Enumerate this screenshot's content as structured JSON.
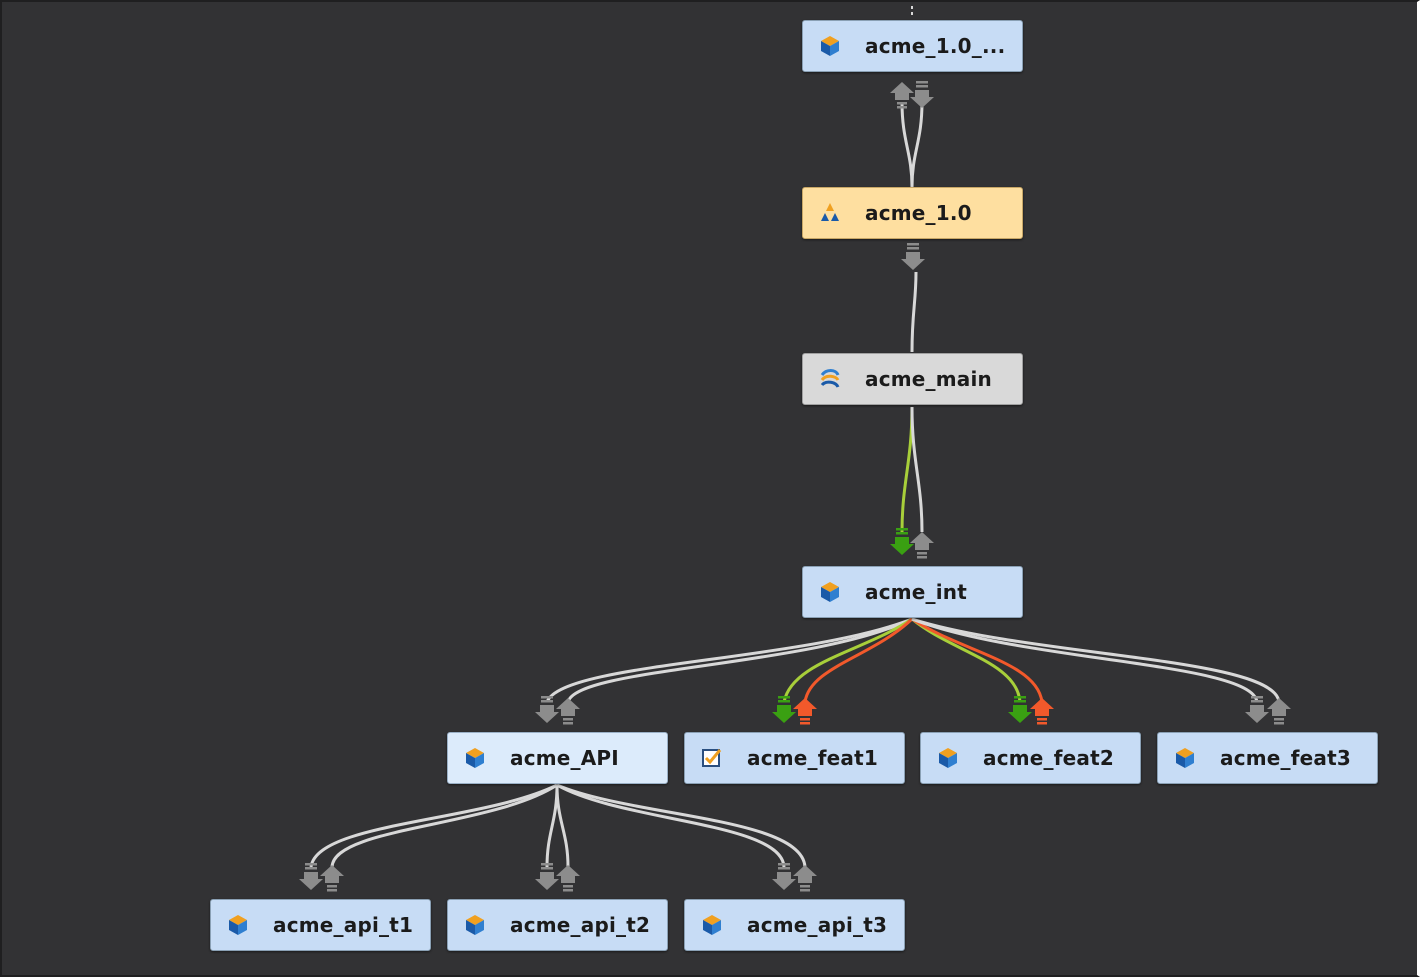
{
  "nodes": {
    "stream_1_0_child": {
      "label": "acme_1.0_...",
      "icon": "stream-cube-icon"
    },
    "acme_1_0": {
      "label": "acme_1.0",
      "icon": "release-triangle-icon"
    },
    "acme_main": {
      "label": "acme_main",
      "icon": "mainline-swirl-icon"
    },
    "acme_int": {
      "label": "acme_int",
      "icon": "stream-cube-icon"
    },
    "acme_api": {
      "label": "acme_API",
      "icon": "stream-cube-icon"
    },
    "acme_feat1": {
      "label": "acme_feat1",
      "icon": "task-checkbox-icon"
    },
    "acme_feat2": {
      "label": "acme_feat2",
      "icon": "stream-cube-icon"
    },
    "acme_feat3": {
      "label": "acme_feat3",
      "icon": "stream-cube-icon"
    },
    "acme_api_t1": {
      "label": "acme_api_t1",
      "icon": "stream-cube-icon"
    },
    "acme_api_t2": {
      "label": "acme_api_t2",
      "icon": "stream-cube-icon"
    },
    "acme_api_t3": {
      "label": "acme_api_t3",
      "icon": "stream-cube-icon"
    }
  },
  "edges": [
    {
      "from": "acme_1_0",
      "to": "stream_1_0_child",
      "status": "both-idle"
    },
    {
      "from": "acme_main",
      "to": "acme_1_0",
      "status": "down-idle"
    },
    {
      "from": "acme_main",
      "to": "acme_int",
      "status": "merge-down-available"
    },
    {
      "from": "acme_int",
      "to": "acme_api",
      "status": "both-idle"
    },
    {
      "from": "acme_int",
      "to": "acme_feat1",
      "status": "merge-down-copy-up-available"
    },
    {
      "from": "acme_int",
      "to": "acme_feat2",
      "status": "merge-down-copy-up-available"
    },
    {
      "from": "acme_int",
      "to": "acme_feat3",
      "status": "both-idle"
    },
    {
      "from": "acme_api",
      "to": "acme_api_t1",
      "status": "both-idle"
    },
    {
      "from": "acme_api",
      "to": "acme_api_t2",
      "status": "both-idle"
    },
    {
      "from": "acme_api",
      "to": "acme_api_t3",
      "status": "both-idle"
    }
  ],
  "colors": {
    "canvas": "#323234",
    "node_default": "#c7dcf5",
    "node_release": "#fedfa0",
    "node_mainline": "#d9d9d9",
    "node_selected": "#dcebfb",
    "idle_line": "#d8d8d8",
    "idle_arrow": "#8c8c8c",
    "merge_green": "#3aa012",
    "copy_orange": "#f2592b"
  }
}
